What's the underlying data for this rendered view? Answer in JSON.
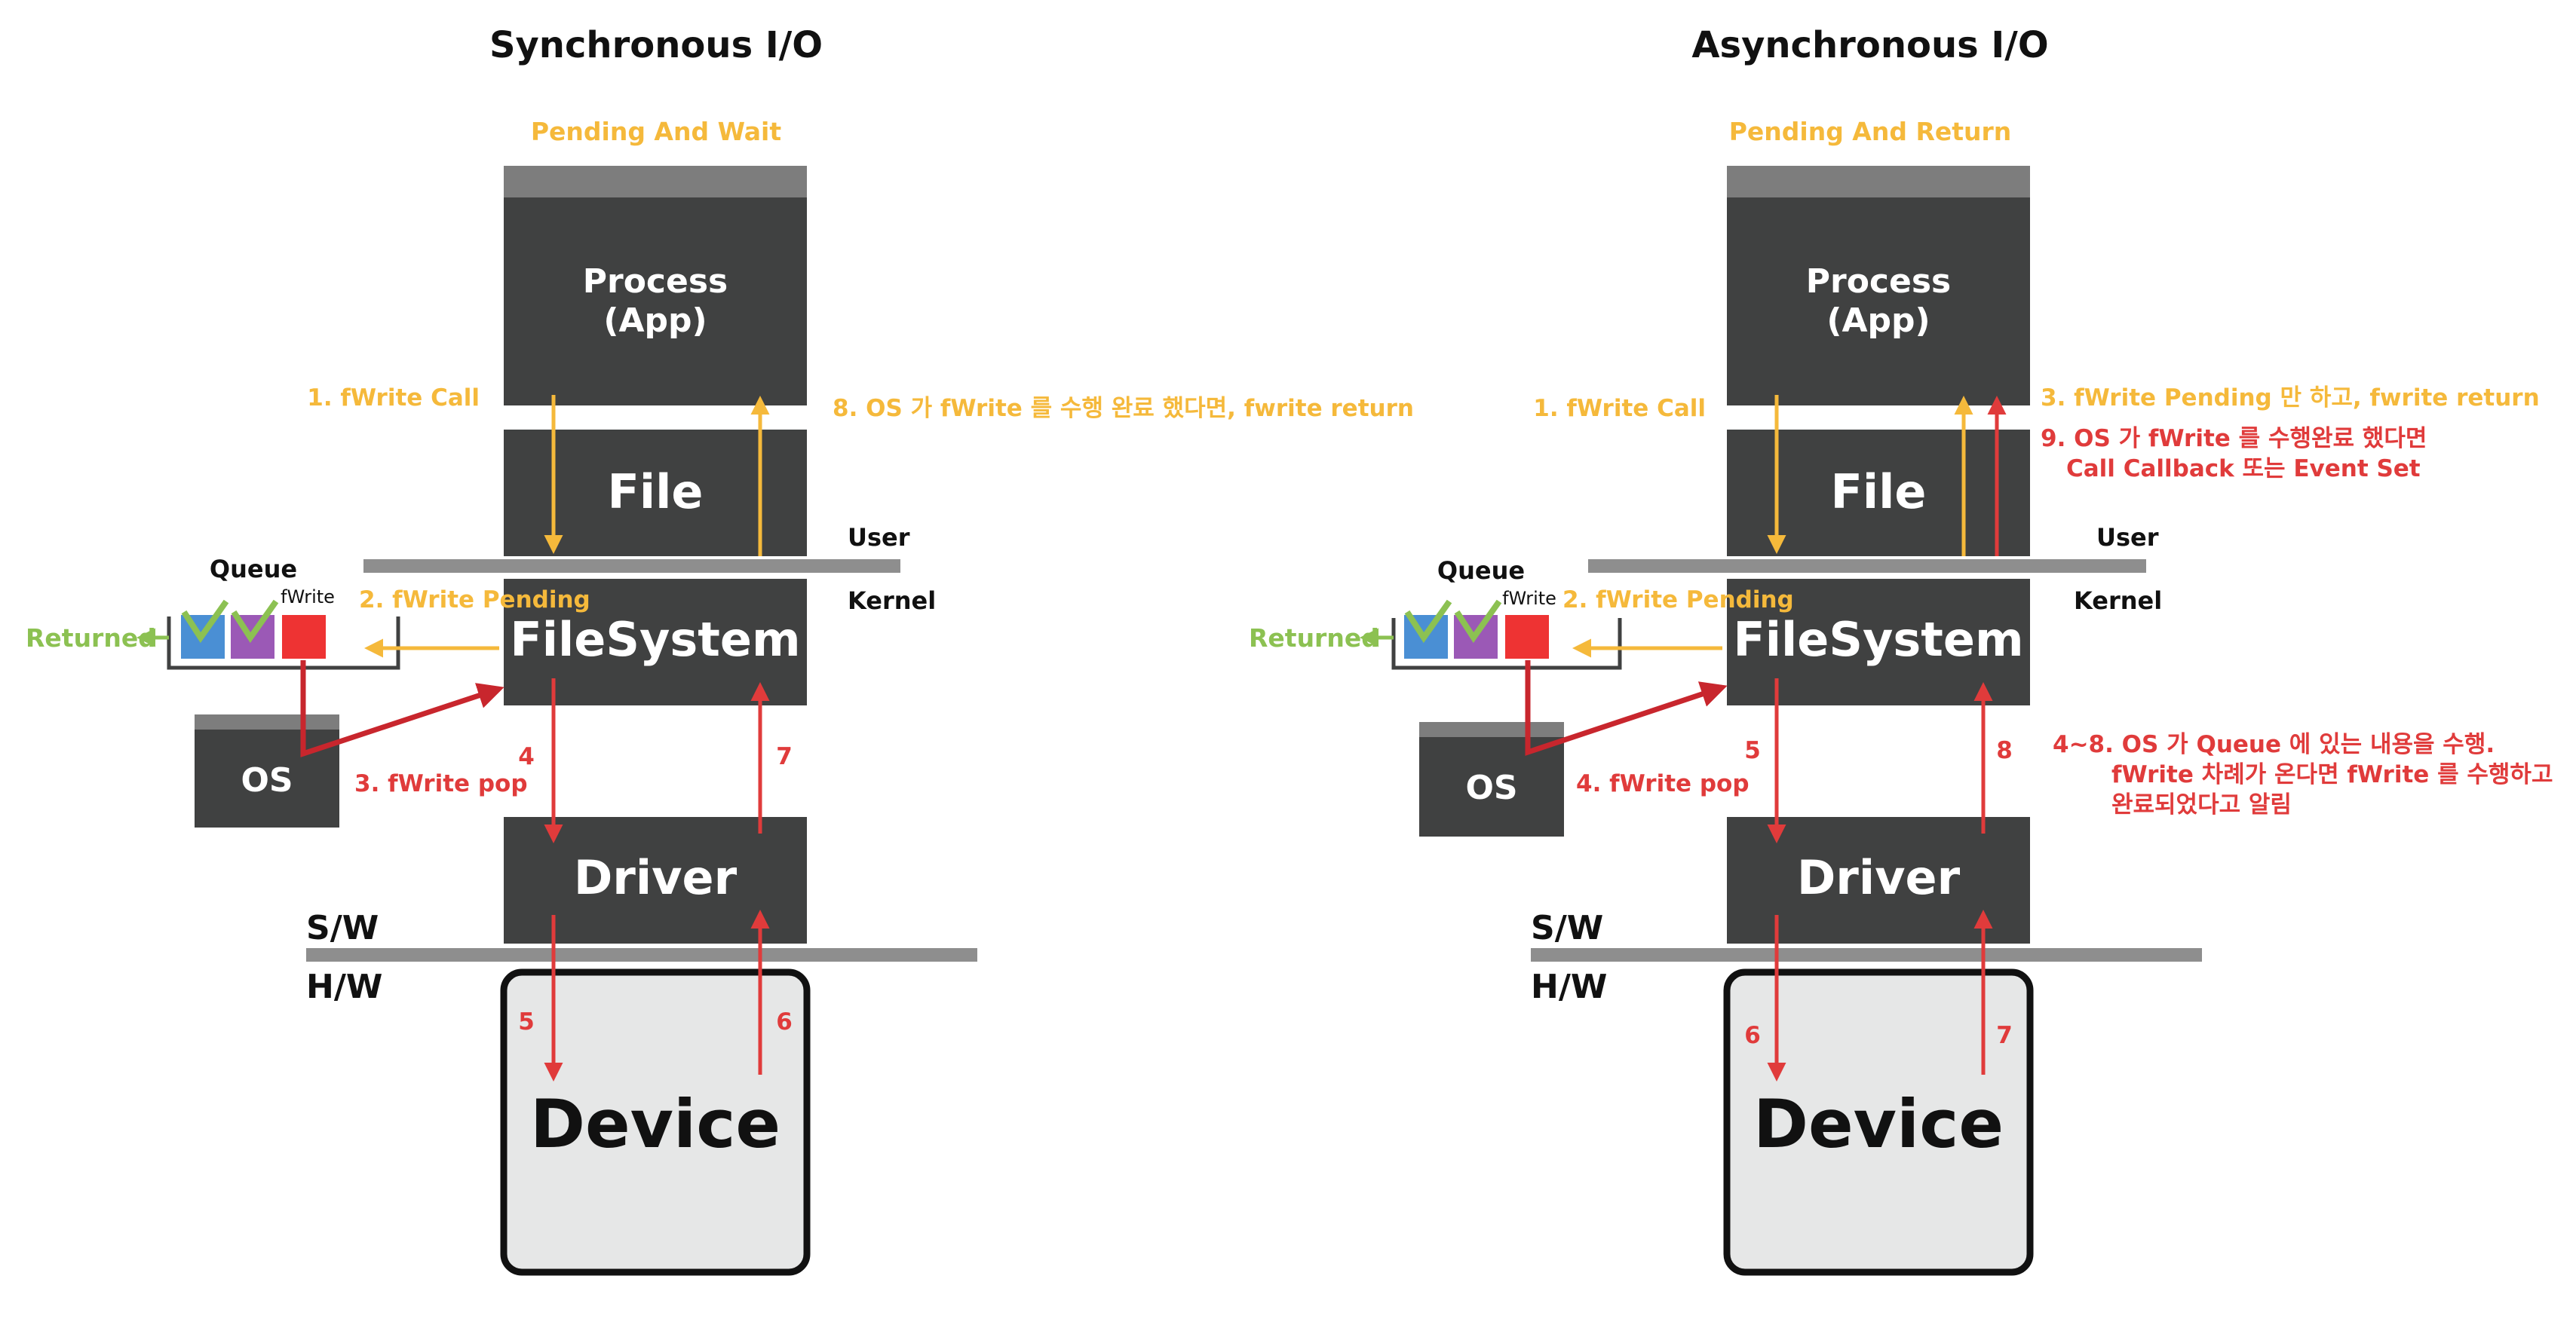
{
  "colors": {
    "box": "#404141",
    "box_header": "#7d7d7d",
    "bar": "#8e8e8e",
    "device_fill": "#e6e7e7",
    "yellow": "#f5b93b",
    "red": "#e03b3b",
    "dark_red": "#c8262d",
    "green": "#8cc152",
    "queue_blue": "#4a8fd4",
    "queue_purple": "#9b59b6",
    "queue_red": "#ee3333"
  },
  "sync": {
    "title": "Synchronous I/O",
    "mode": "Pending And Wait",
    "process_line1": "Process",
    "process_line2": "(App)",
    "file": "File",
    "filesystem": "FileSystem",
    "driver": "Driver",
    "device": "Device",
    "os": "OS",
    "user": "User",
    "kernel": "Kernel",
    "sw": "S/W",
    "hw": "H/W",
    "queue": "Queue",
    "fwrite": "fWrite",
    "returned": "Returned",
    "step1": "1. fWrite Call",
    "step2": "2. fWrite Pending",
    "step3": "3. fWrite pop",
    "step8": "8. OS 가 fWrite 를 수행 완료 했다면, fwrite return",
    "n_fs_down": "4",
    "n_fs_up": "7",
    "n_dev_down": "5",
    "n_dev_up": "6"
  },
  "async": {
    "title": "Asynchronous I/O",
    "mode": "Pending And Return",
    "process_line1": "Process",
    "process_line2": "(App)",
    "file": "File",
    "filesystem": "FileSystem",
    "driver": "Driver",
    "device": "Device",
    "os": "OS",
    "user": "User",
    "kernel": "Kernel",
    "sw": "S/W",
    "hw": "H/W",
    "queue": "Queue",
    "fwrite": "fWrite",
    "returned": "Returned",
    "step1": "1. fWrite Call",
    "step2": "2. fWrite Pending",
    "step3": "3. fWrite Pending 만 하고, fwrite return",
    "step4": "4. fWrite pop",
    "step9_line1": "9. OS 가 fWrite 를 수행완료 했다면",
    "step9_line2": "Call Callback 또는 Event Set",
    "step48_line1": "4~8. OS 가 Queue 에 있는 내용을 수행.",
    "step48_line2": "fWrite 차례가 온다면 fWrite 를 수행하고",
    "step48_line3": "완료되었다고 알림",
    "n_fs_down": "5",
    "n_fs_up": "8",
    "n_dev_down": "6",
    "n_dev_up": "7"
  }
}
